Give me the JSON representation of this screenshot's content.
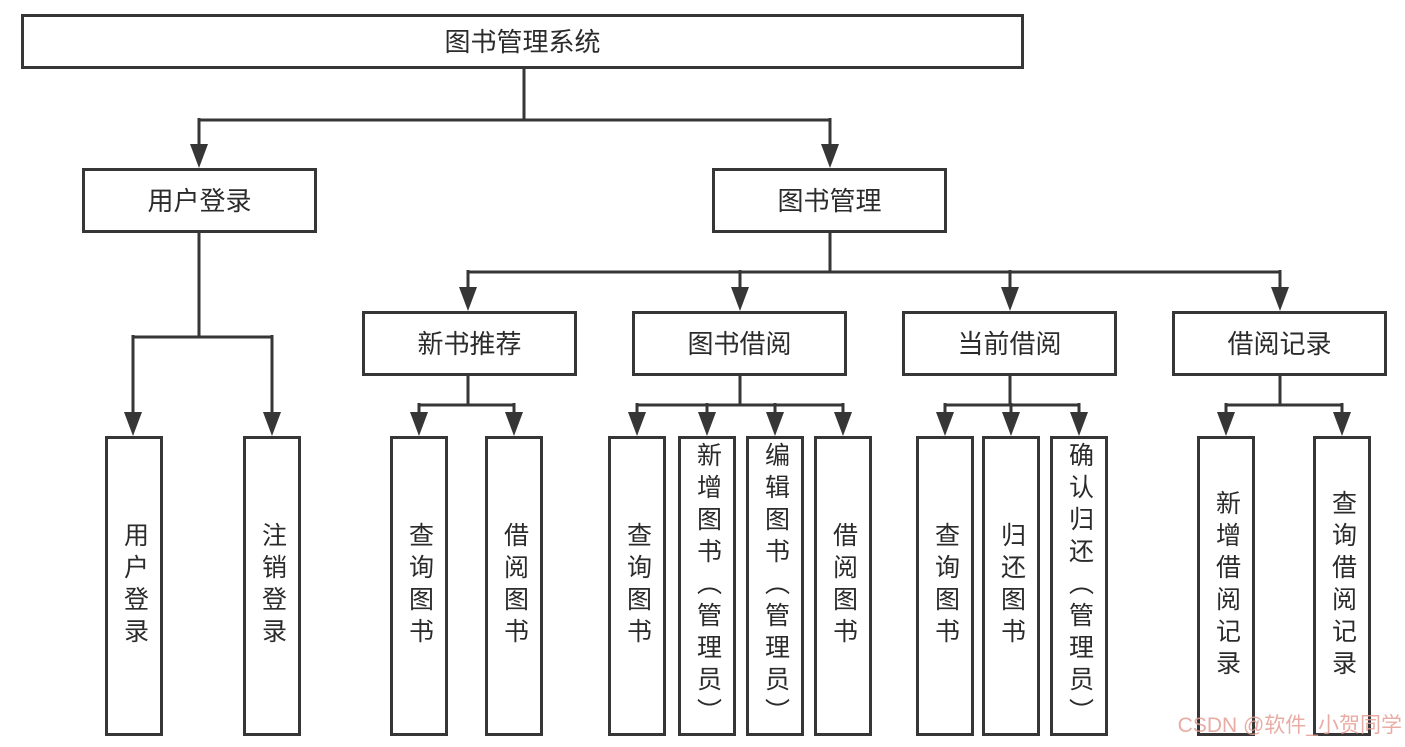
{
  "tree": {
    "label": "图书管理系统",
    "children": [
      {
        "label": "用户登录",
        "children": [
          {
            "label": "用户登录"
          },
          {
            "label": "注销登录"
          }
        ]
      },
      {
        "label": "图书管理",
        "children": [
          {
            "label": "新书推荐",
            "children": [
              {
                "label": "查询图书"
              },
              {
                "label": "借阅图书"
              }
            ]
          },
          {
            "label": "图书借阅",
            "children": [
              {
                "label": "查询图书"
              },
              {
                "label": "新增图书（管理员）"
              },
              {
                "label": "编辑图书（管理员）"
              },
              {
                "label": "借阅图书"
              }
            ]
          },
          {
            "label": "当前借阅",
            "children": [
              {
                "label": "查询图书"
              },
              {
                "label": "归还图书"
              },
              {
                "label": "确认归还（管理员）"
              }
            ]
          },
          {
            "label": "借阅记录",
            "children": [
              {
                "label": "新增借阅记录"
              },
              {
                "label": "查询借阅记录"
              }
            ]
          }
        ]
      }
    ]
  },
  "watermark": {
    "text": "CSDN @软件_小贺同学",
    "color": "#e49e94"
  },
  "style": {
    "line_color": "#363636",
    "box_border_color": "#363636",
    "text_color": "#2b2b2b",
    "background": "#ffffff"
  }
}
